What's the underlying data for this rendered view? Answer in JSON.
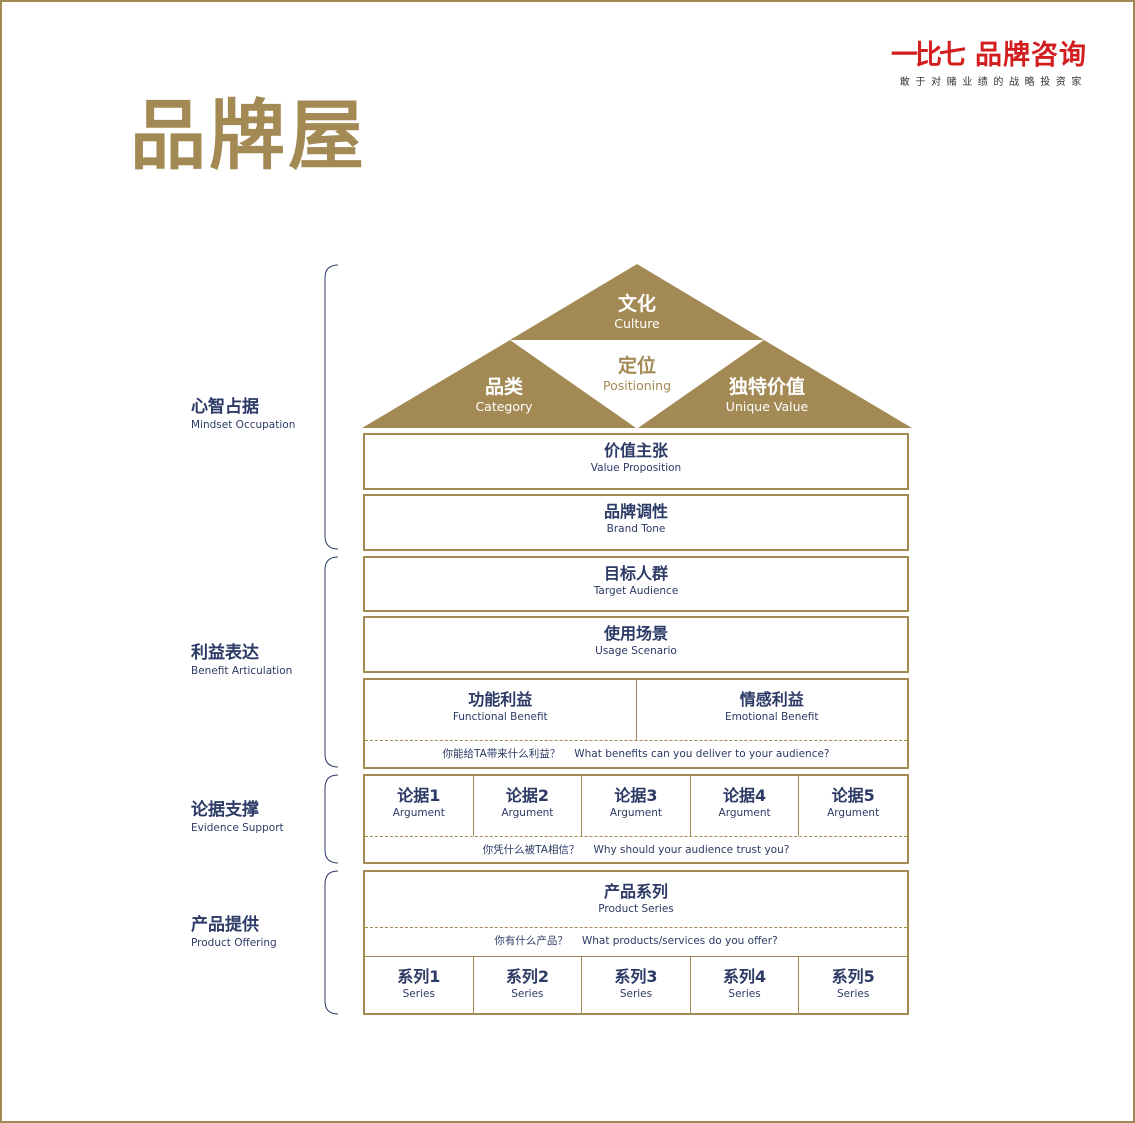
{
  "logo": {
    "name_a": "一比七",
    "name_b": "品牌咨询",
    "tagline": "敢于对赌业绩的战略投资家"
  },
  "title": "品牌屋",
  "colors": {
    "gold": "#a38a55",
    "navy": "#2c3a66",
    "logo_red": "#d21e1e"
  },
  "side_labels": [
    {
      "zh": "心智占据",
      "en": "Mindset Occupation"
    },
    {
      "zh": "利益表达",
      "en": "Benefit Articulation"
    },
    {
      "zh": "论据支撑",
      "en": "Evidence Support"
    },
    {
      "zh": "产品提供",
      "en": "Product Offering"
    }
  ],
  "roof": {
    "culture": {
      "zh": "文化",
      "en": "Culture"
    },
    "positioning": {
      "zh": "定位",
      "en": "Positioning"
    },
    "category": {
      "zh": "品类",
      "en": "Category"
    },
    "unique_value": {
      "zh": "独特价值",
      "en": "Unique Value"
    }
  },
  "rows": {
    "value_proposition": {
      "zh": "价值主张",
      "en": "Value Proposition"
    },
    "brand_tone": {
      "zh": "品牌调性",
      "en": "Brand Tone"
    },
    "target_audience": {
      "zh": "目标人群",
      "en": "Target Audience"
    },
    "usage_scenario": {
      "zh": "使用场景",
      "en": "Usage Scenario"
    }
  },
  "benefits": {
    "functional": {
      "zh": "功能利益",
      "en": "Functional Benefit"
    },
    "emotional": {
      "zh": "情感利益",
      "en": "Emotional Benefit"
    },
    "question_zh": "你能给TA带来什么利益？",
    "question_en": "What benefits can you deliver to your audience?"
  },
  "arguments": {
    "items": [
      {
        "zh": "论据1",
        "en": "Argument"
      },
      {
        "zh": "论据2",
        "en": "Argument"
      },
      {
        "zh": "论据3",
        "en": "Argument"
      },
      {
        "zh": "论据4",
        "en": "Argument"
      },
      {
        "zh": "论据5",
        "en": "Argument"
      }
    ],
    "question_zh": "你凭什么被TA相信？",
    "question_en": "Why should your audience trust you?"
  },
  "products": {
    "title_zh": "产品系列",
    "title_en": "Product Series",
    "question_zh": "你有什么产品？",
    "question_en": "What products/services do you offer?",
    "items": [
      {
        "zh": "系列1",
        "en": "Series"
      },
      {
        "zh": "系列2",
        "en": "Series"
      },
      {
        "zh": "系列3",
        "en": "Series"
      },
      {
        "zh": "系列4",
        "en": "Series"
      },
      {
        "zh": "系列5",
        "en": "Series"
      }
    ]
  }
}
